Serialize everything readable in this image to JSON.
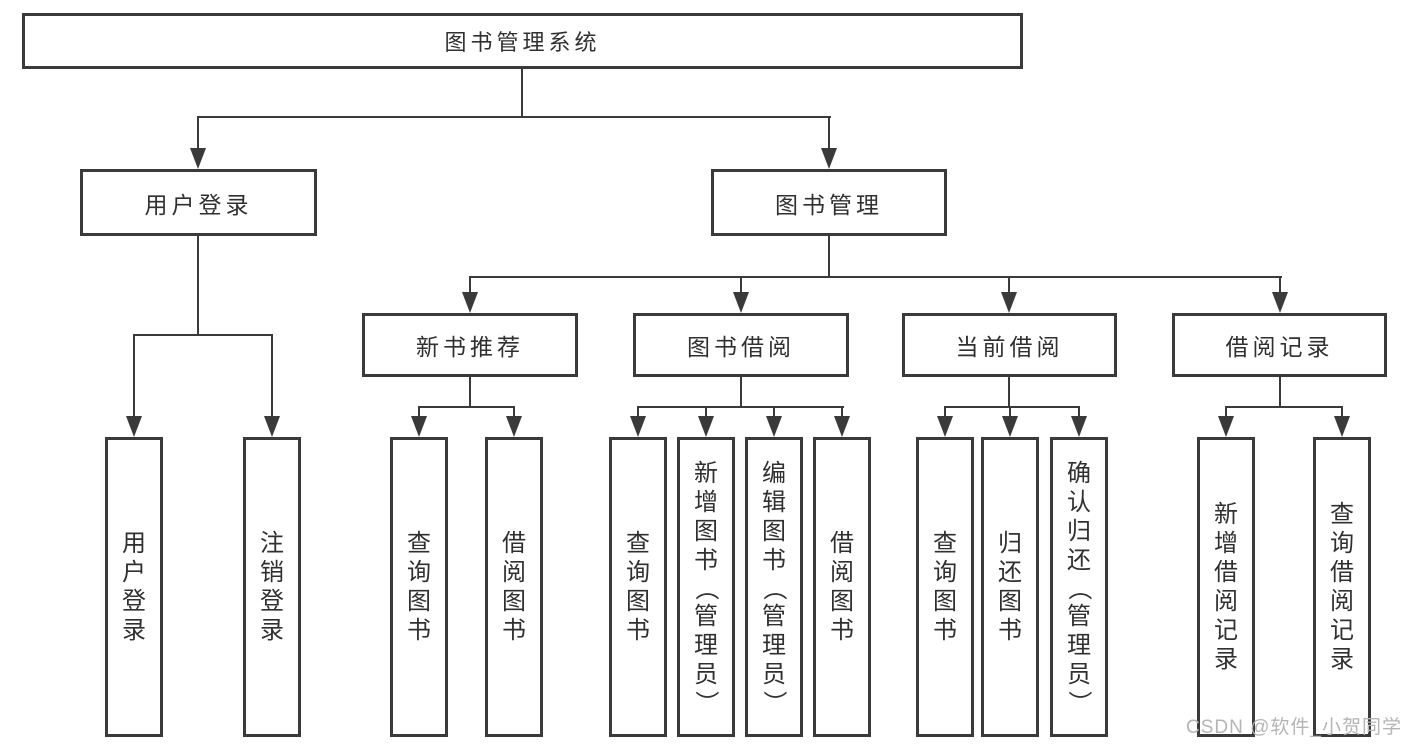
{
  "tree": {
    "root": {
      "label": "图书管理系统"
    },
    "level2": [
      {
        "label": "用户登录",
        "parent": "图书管理系统"
      },
      {
        "label": "图书管理",
        "parent": "图书管理系统"
      }
    ],
    "level3": [
      {
        "label": "新书推荐",
        "parent": "图书管理"
      },
      {
        "label": "图书借阅",
        "parent": "图书管理"
      },
      {
        "label": "当前借阅",
        "parent": "图书管理"
      },
      {
        "label": "借阅记录",
        "parent": "图书管理"
      }
    ],
    "level4": [
      {
        "label": "用户登录",
        "parent": "用户登录"
      },
      {
        "label": "注销登录",
        "parent": "用户登录"
      },
      {
        "label": "查询图书",
        "parent": "新书推荐"
      },
      {
        "label": "借阅图书",
        "parent": "新书推荐"
      },
      {
        "label": "查询图书",
        "parent": "图书借阅"
      },
      {
        "label": "新增图书（管理员）",
        "parent": "图书借阅"
      },
      {
        "label": "编辑图书（管理员）",
        "parent": "图书借阅"
      },
      {
        "label": "借阅图书",
        "parent": "图书借阅"
      },
      {
        "label": "查询图书",
        "parent": "当前借阅"
      },
      {
        "label": "归还图书",
        "parent": "当前借阅"
      },
      {
        "label": "确认归还（管理员）",
        "parent": "当前借阅"
      },
      {
        "label": "新增借阅记录",
        "parent": "借阅记录"
      },
      {
        "label": "查询借阅记录",
        "parent": "借阅记录"
      }
    ]
  },
  "watermark": "CSDN @软件_小贺同学",
  "colors": {
    "line": "#3a3a3a",
    "text": "#303030",
    "background": "#ffffff",
    "watermark": "#b5b5b5"
  }
}
